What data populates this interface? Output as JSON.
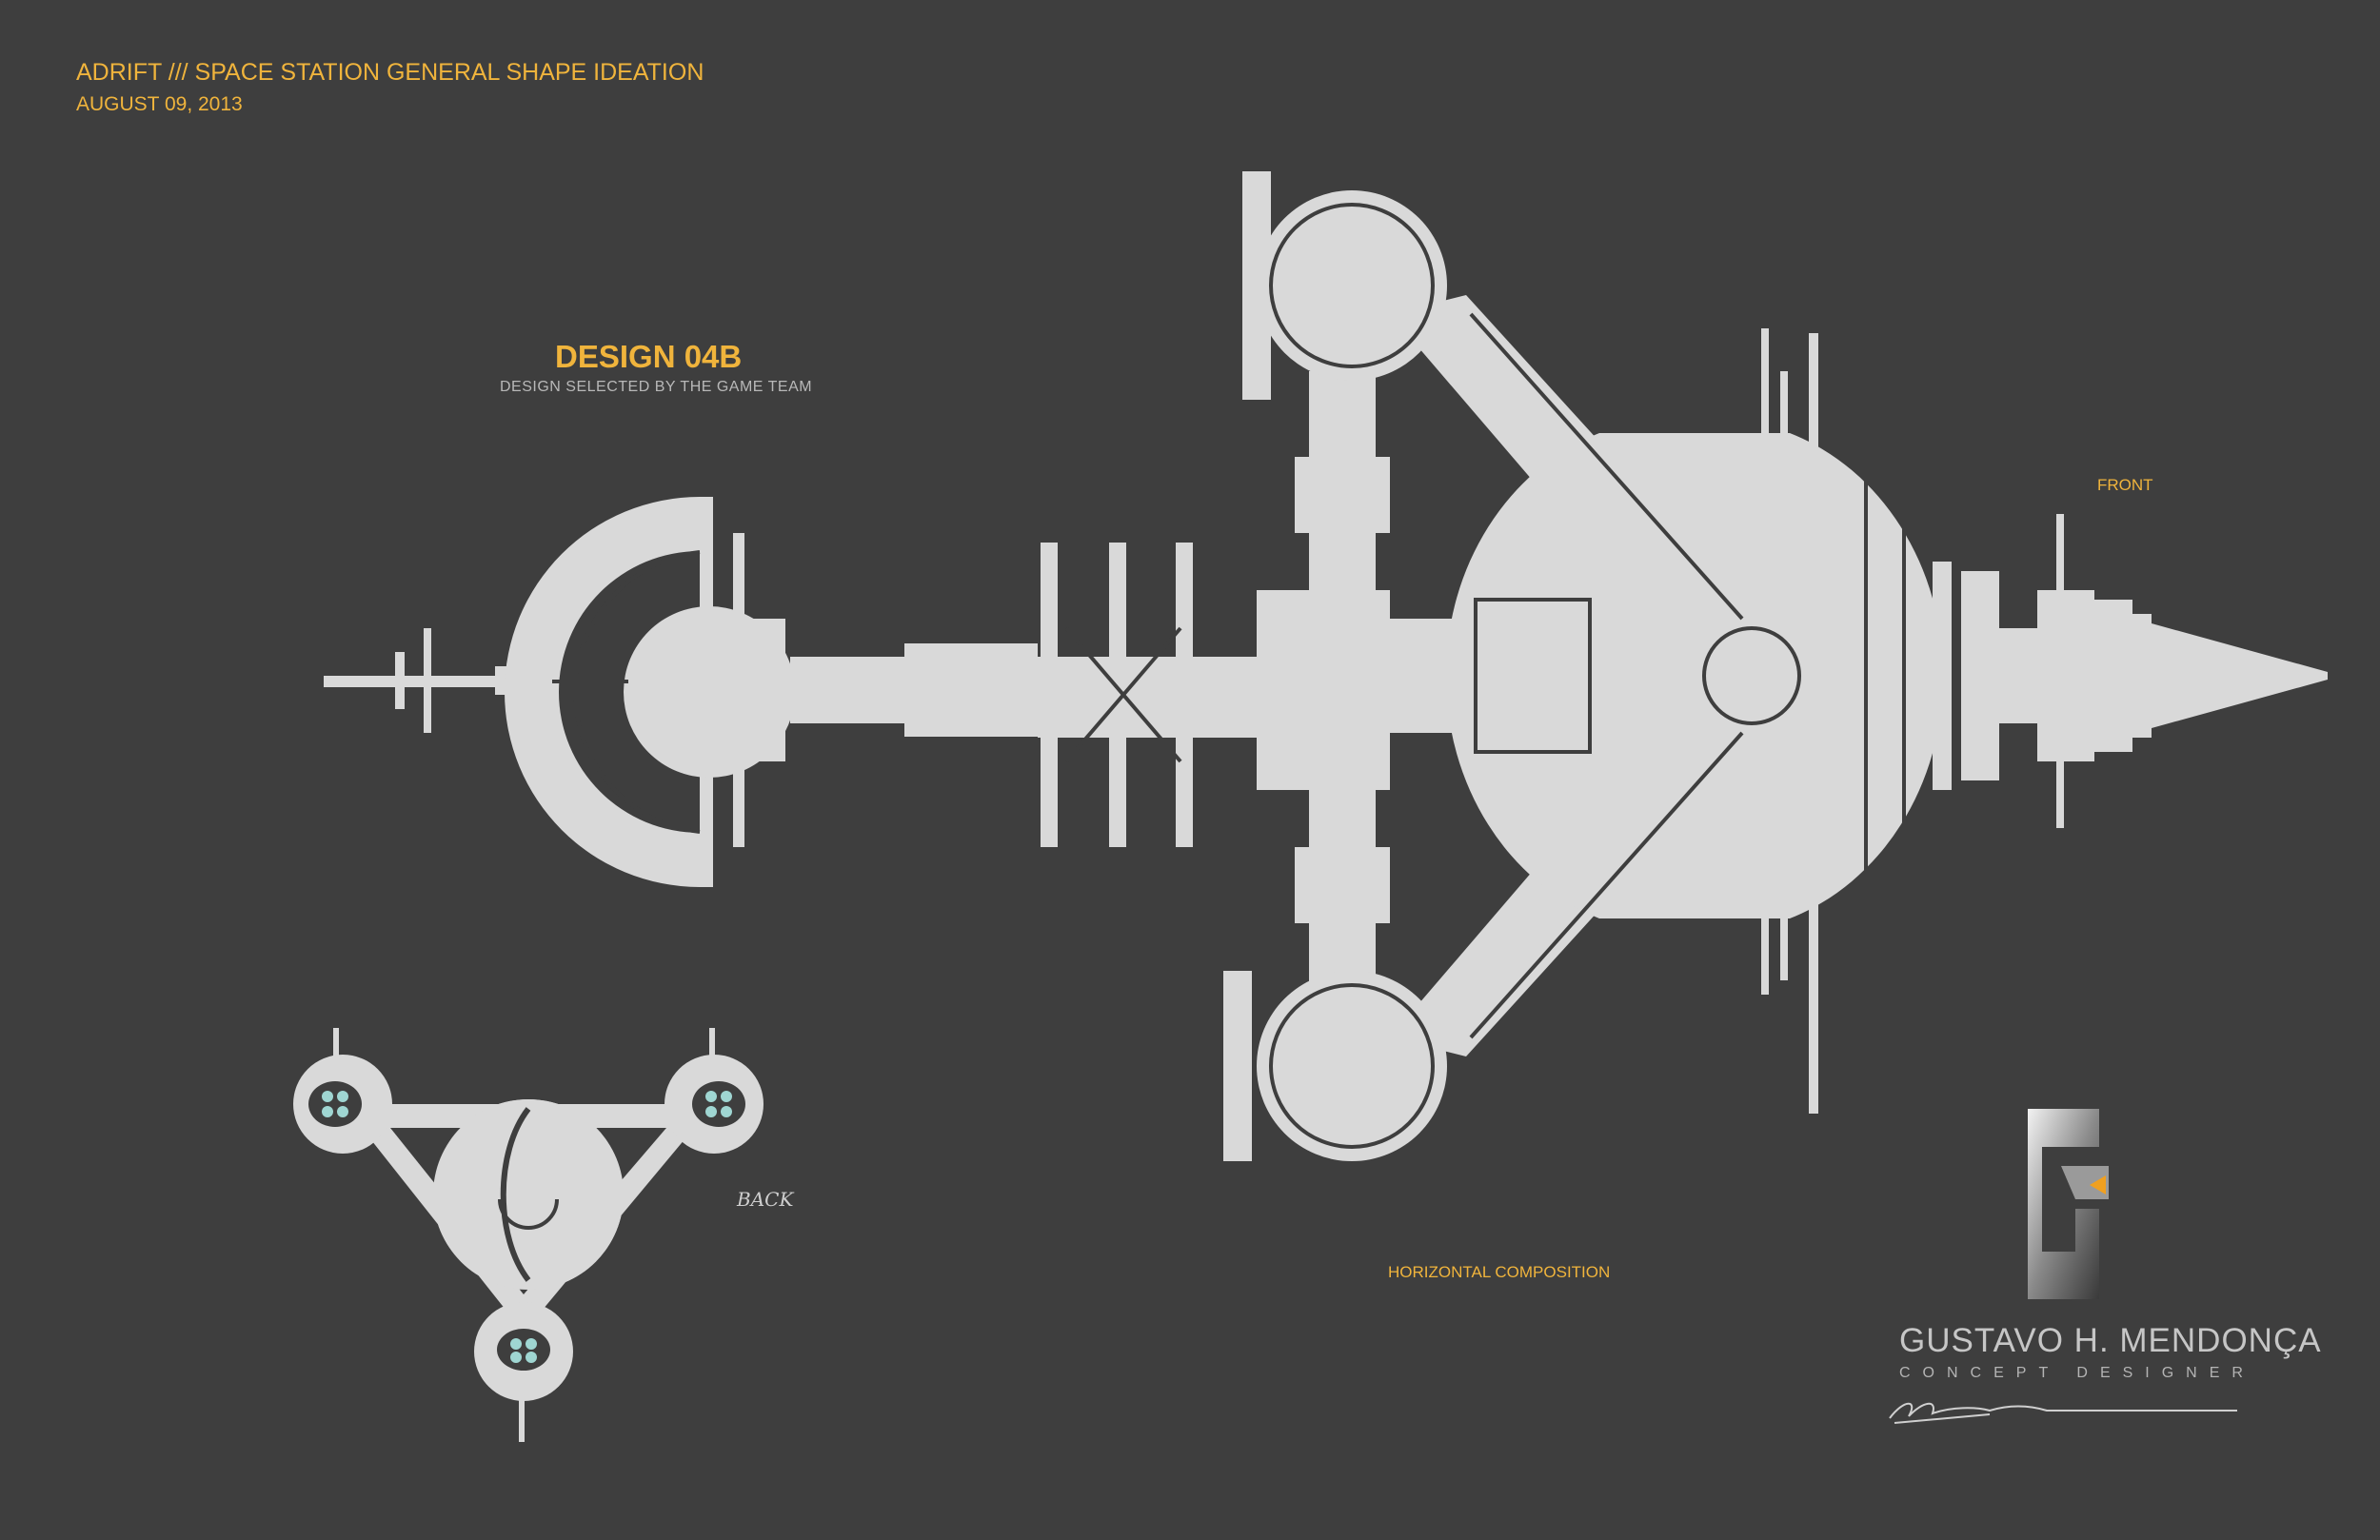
{
  "header": {
    "title": "ADRIFT /// SPACE STATION GENERAL SHAPE IDEATION",
    "date": "AUGUST 09, 2013"
  },
  "design": {
    "title": "DESIGN 04B",
    "subtitle": "DESIGN SELECTED BY THE GAME TEAM"
  },
  "labels": {
    "front": "FRONT",
    "back": "BACK",
    "horizontal": "HORIZONTAL COMPOSITION"
  },
  "artist": {
    "name": "GUSTAVO H. MENDONÇA",
    "role": "CONCEPT DESIGNER"
  },
  "colors": {
    "background": "#3e3e3e",
    "accent": "#f0b43c",
    "hull": "#d9d9d9"
  }
}
